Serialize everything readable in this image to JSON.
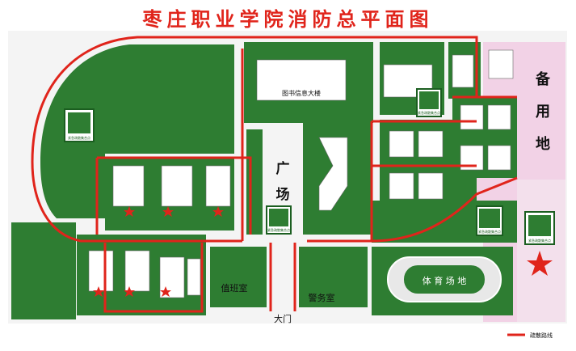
{
  "title": "枣庄职业学院消防总平面图",
  "reserve_land": {
    "line1": "备",
    "line2": "用",
    "line3": "地"
  },
  "labels": {
    "library": "图书信息大楼",
    "square_1": "广",
    "square_2": "场",
    "sports_field": "体 育 场 地",
    "duty_room": "值班室",
    "police_room": "警务室",
    "main_gate": "大门"
  },
  "assembly_point_label": "紧急疏散集合点",
  "legend": {
    "evacuation_route": "疏散路线"
  },
  "colors": {
    "green": "#2e7d32",
    "route": "#e0241b",
    "reserve": "#f2d2e6",
    "road": "#f4f4f4"
  }
}
